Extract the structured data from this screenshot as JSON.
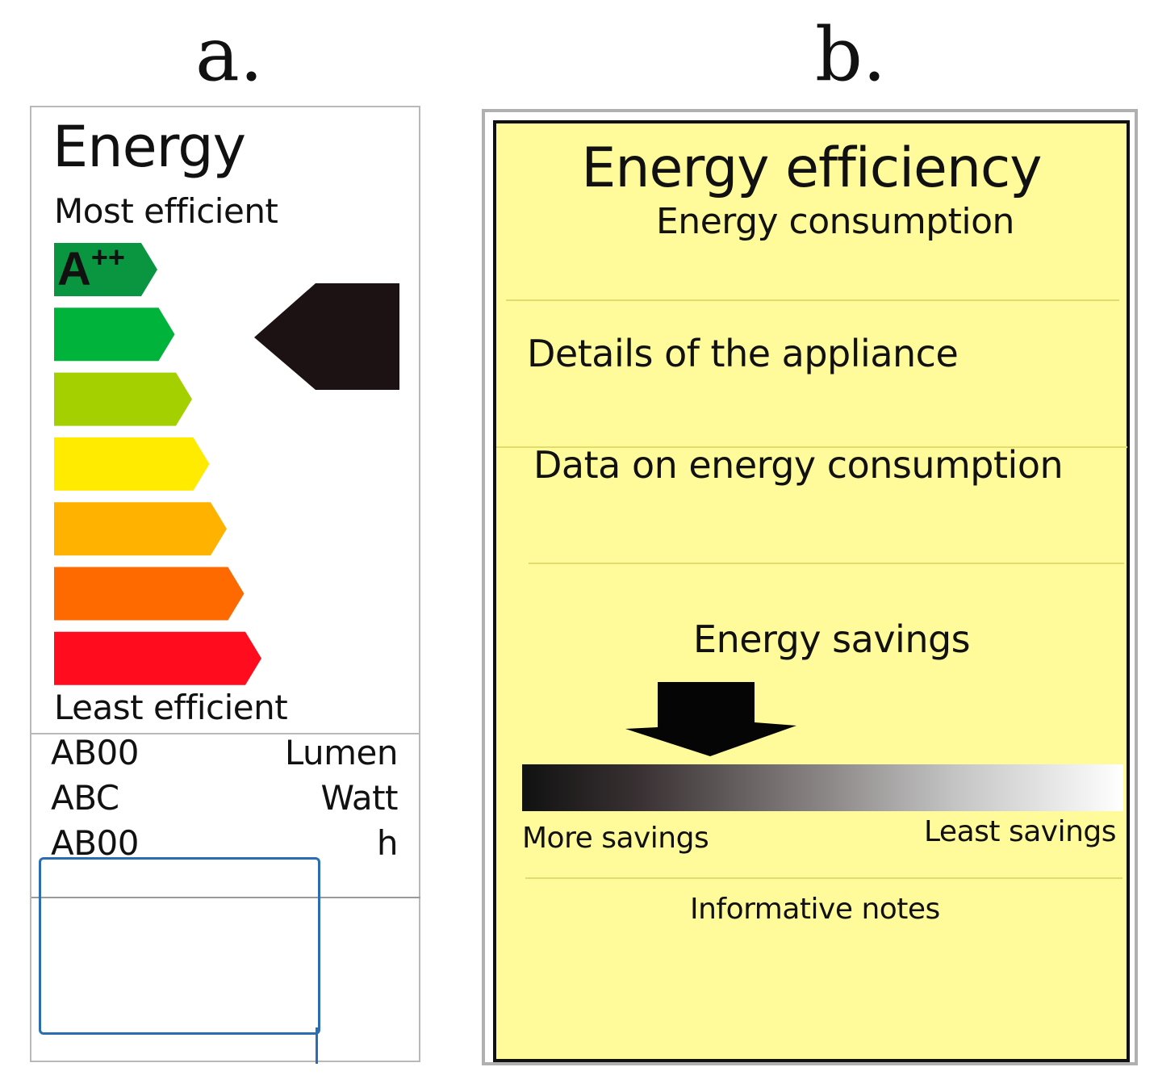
{
  "panel_a": {
    "letter": "a.",
    "title": "Energy",
    "most_efficient": "Most efficient",
    "least_efficient": "Least efficient",
    "top_class_label": "A++",
    "bar_colors": [
      "#0a9640",
      "#00b33a",
      "#a4d000",
      "#ffeb00",
      "#ffb300",
      "#ff6a00",
      "#ff0d1f"
    ],
    "pointer_color": "#1c1213",
    "rows": [
      {
        "label": "AB00",
        "unit": "Lumen"
      },
      {
        "label": "ABC",
        "unit": "Watt"
      },
      {
        "label": "AB00",
        "unit": "h"
      }
    ]
  },
  "panel_b": {
    "letter": "b.",
    "title": "Energy efficiency",
    "subtitle": "Energy consumption",
    "details": "Details of the appliance",
    "data": "Data on energy consumption",
    "savings_title": "Energy savings",
    "more_savings": "More savings",
    "least_savings": "Least savings",
    "notes": "Informative notes",
    "background_color": "#fffb9a"
  }
}
